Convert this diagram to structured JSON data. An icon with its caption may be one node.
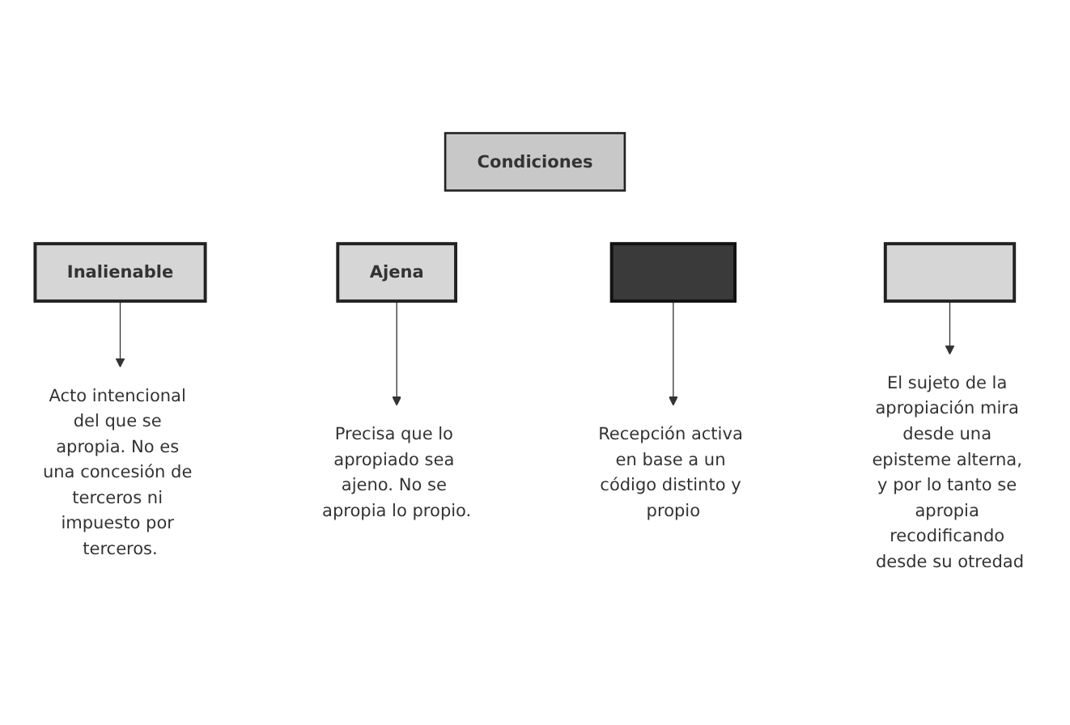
{
  "diagram": {
    "nodes": [
      {
        "text": [
          "Condiciones"
        ]
      },
      {
        "text": [
          "Inalienable"
        ]
      },
      {
        "text": [
          "Ajena"
        ]
      },
      {
        "text": [],
        "shape": "box"
      },
      {
        "text": [],
        "shape": "box"
      },
      {
        "text": [
          "Acto intencional del que se apropia. No es una concesión de terceros ni impuesto por terceros."
        ]
      },
      {
        "text": [
          "Precisa que lo apropiado sea ajeno. No se apropia lo propio."
        ]
      },
      {
        "text": [
          "Recepción activa en base a un código distinto y propio"
        ]
      },
      {
        "text": [
          "El sujeto de la apropiación mira desde una episteme alterna, y por lo tanto se apropia recodificando desde su otredad"
        ]
      }
    ],
    "edges": [
      {
        "from": 1,
        "to": 5,
        "arrow": "to"
      },
      {
        "from": 2,
        "to": 6,
        "arrow": "to"
      },
      {
        "from": 3,
        "to": 7,
        "arrow": "to"
      },
      {
        "from": 4,
        "to": 8,
        "arrow": "to"
      }
    ]
  }
}
